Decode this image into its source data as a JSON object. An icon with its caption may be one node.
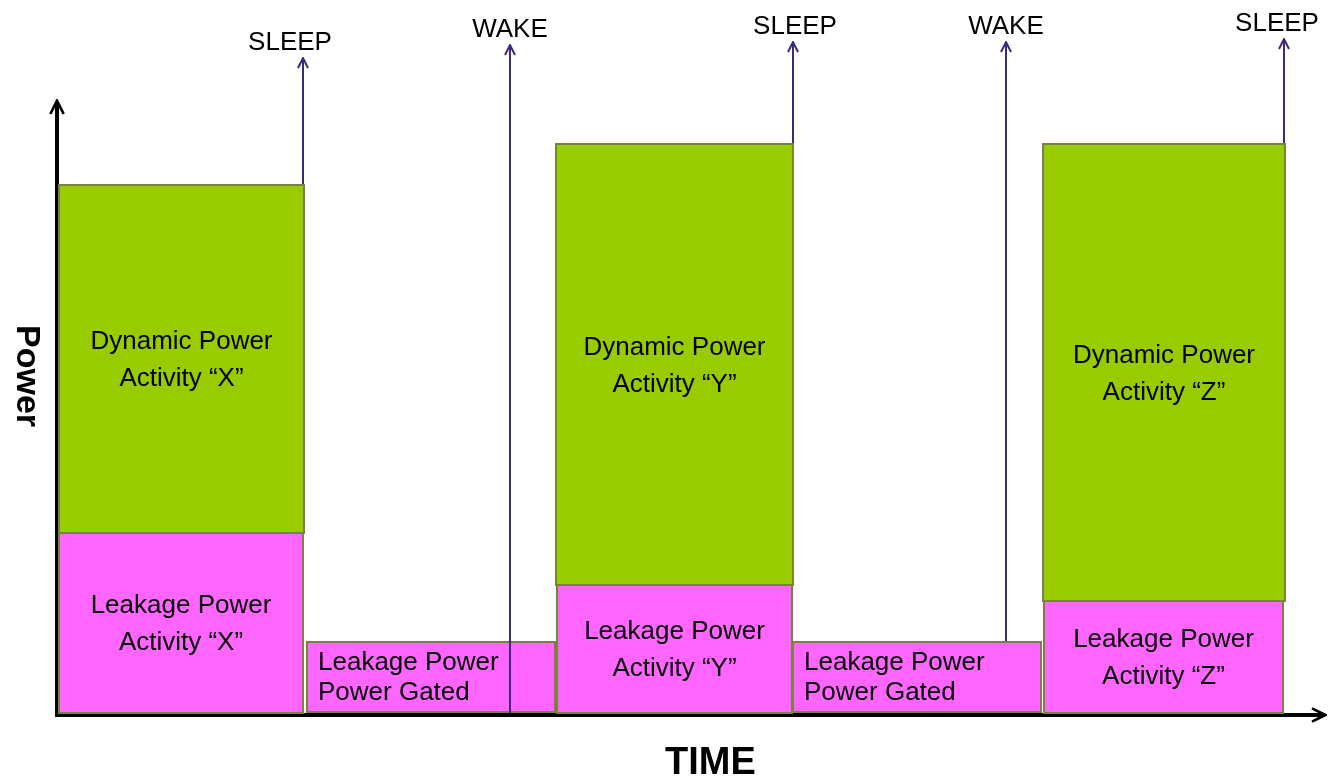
{
  "diagram": {
    "nodes": [
      {
        "text": [
          "SLEEP"
        ]
      },
      {
        "text": [
          "WAKE"
        ]
      },
      {
        "text": [
          "SLEEP"
        ]
      },
      {
        "text": [
          "WAKE"
        ]
      },
      {
        "text": [
          "SLEEP"
        ]
      },
      {
        "text": [
          "Dynamic Power Activity “X”"
        ]
      },
      {
        "text": [
          "Leakage Power Activity “X”"
        ]
      },
      {
        "text": [
          "Leakage Power Power Gated"
        ]
      },
      {
        "text": [
          "Dynamic Power Activity “Y”"
        ]
      },
      {
        "text": [
          "Leakage Power Activity “Y”"
        ]
      },
      {
        "text": [
          "Leakage Power Power Gated"
        ]
      },
      {
        "text": [
          "Dynamic Power Activity “Z”"
        ]
      },
      {
        "text": [
          "Leakage Power Activity “Z”"
        ]
      }
    ],
    "edges": [
      {
        "from": 5,
        "to": 0,
        "arrow": "to"
      },
      {
        "from": 7,
        "to": 1,
        "arrow": "to"
      },
      {
        "from": 8,
        "to": 2,
        "arrow": "to"
      },
      {
        "from": 10,
        "to": 3,
        "arrow": "to"
      },
      {
        "from": 11,
        "to": 4,
        "arrow": "to"
      }
    ],
    "labels": [
      "Power",
      "TIME"
    ]
  }
}
